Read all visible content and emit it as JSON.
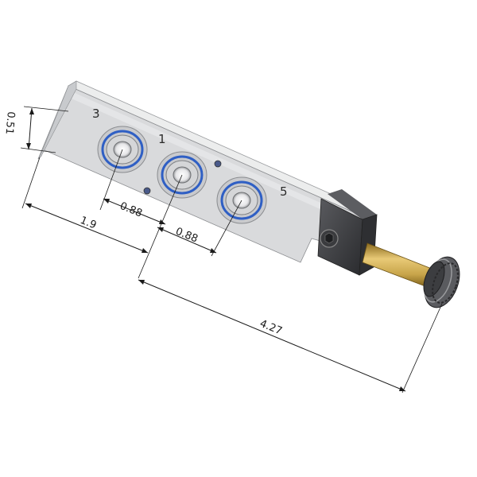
{
  "ports": [
    {
      "label": "3"
    },
    {
      "label": "1"
    },
    {
      "label": "5"
    }
  ],
  "dimensions": {
    "height_offset": "0.51",
    "overall_to_port1": "1.9",
    "pitch_3_1": "0.88",
    "pitch_1_5": "0.88",
    "overall_length": "4.27"
  },
  "colors": {
    "body": "#d9dadc",
    "body_top": "#eceded",
    "body_side": "#bfc1c4",
    "seal_ring": "#2f5fc4",
    "coil": "#3c3d40",
    "stem": "#c8a54a",
    "knob": "#4a4b4e"
  }
}
